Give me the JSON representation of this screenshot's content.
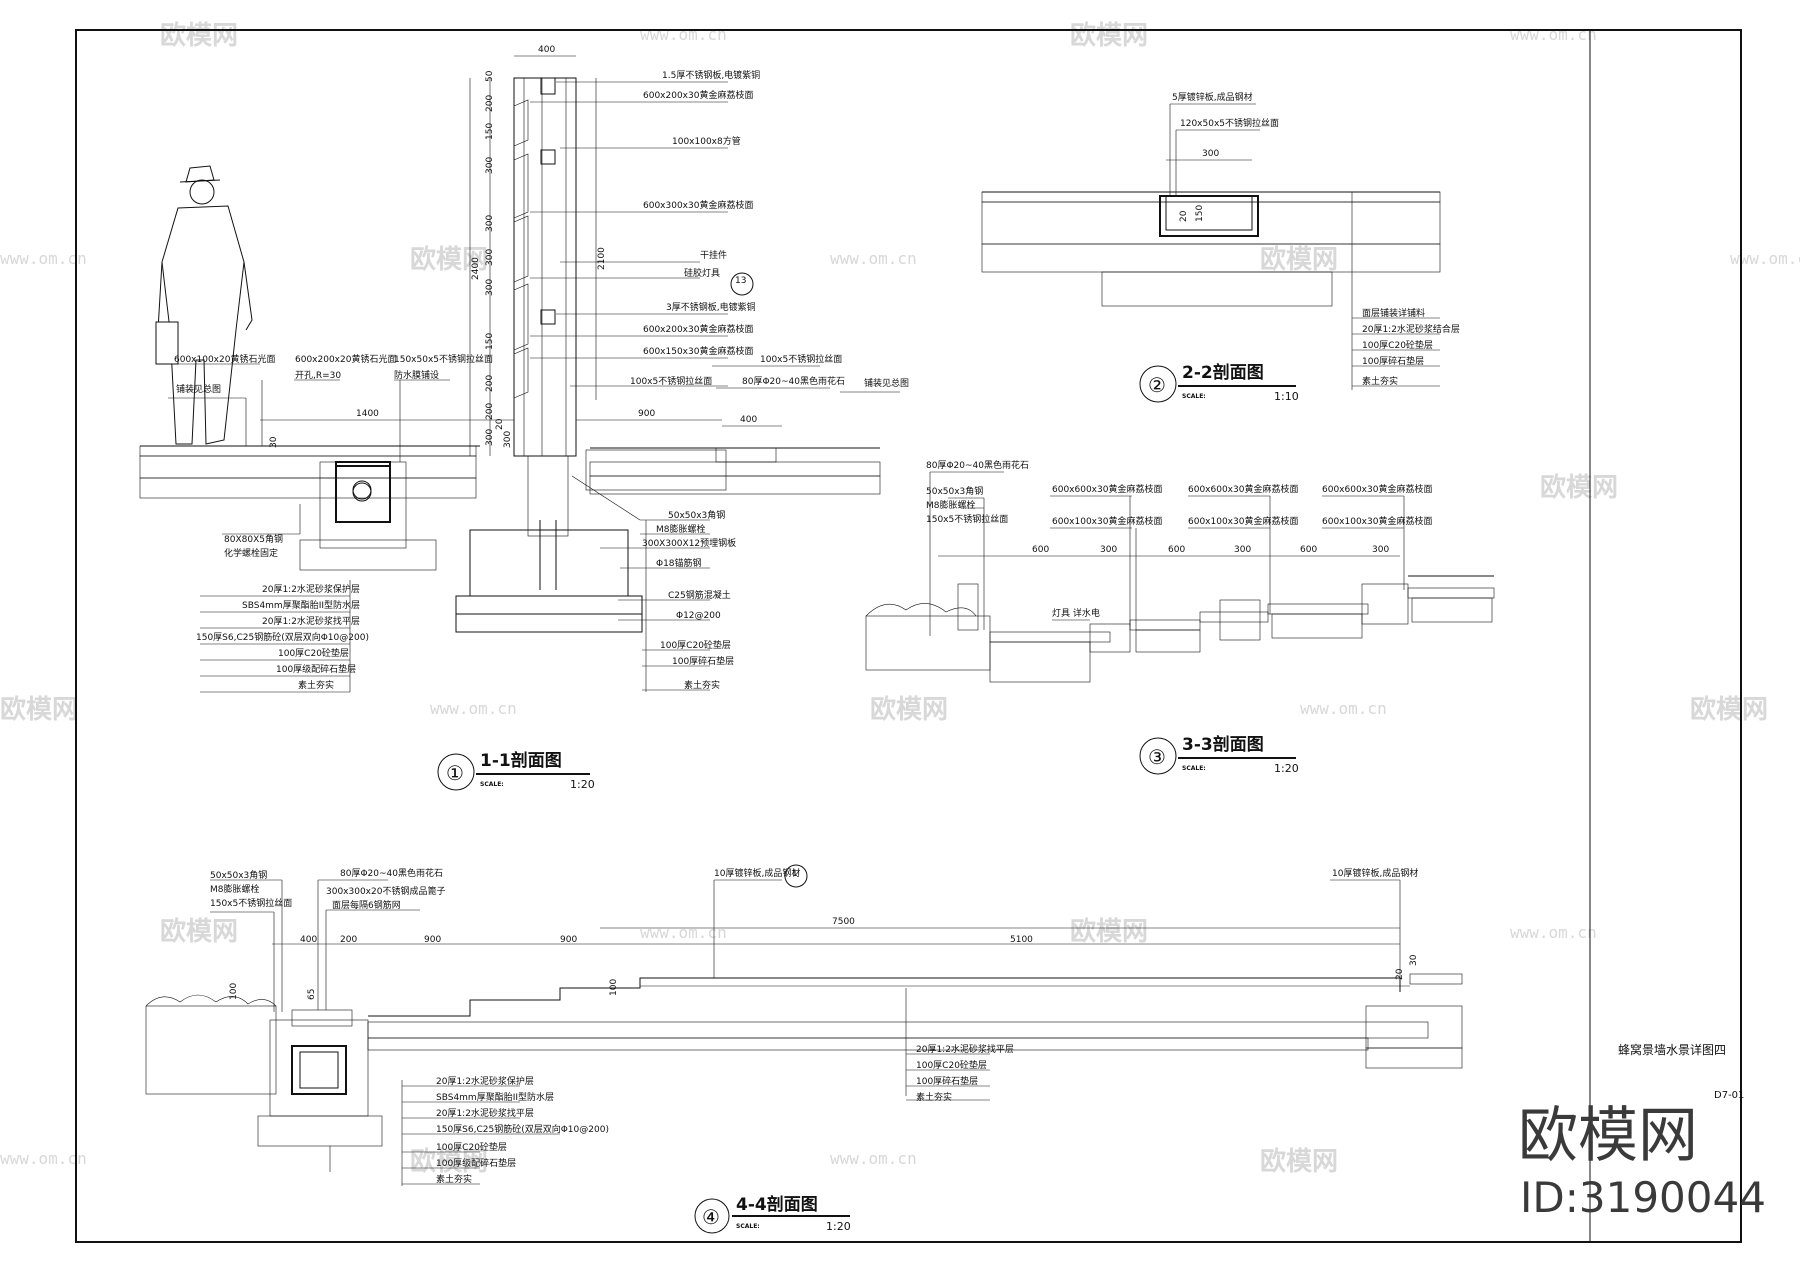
{
  "sheet_title": "蜂窝景墙水景详图四",
  "sheet_number": "D7-01",
  "logo": "欧模网",
  "logo_id": "ID:3190044",
  "watermark": {
    "text": "欧模网",
    "small": "www.om.cn"
  },
  "scale_label": "SCALE:",
  "sections": [
    {
      "num": "①",
      "title": "1-1剖面图",
      "scale": "1:20"
    },
    {
      "num": "②",
      "title": "2-2剖面图",
      "scale": "1:10"
    },
    {
      "num": "③",
      "title": "3-3剖面图",
      "scale": "1:20"
    },
    {
      "num": "④",
      "title": "4-4剖面图",
      "scale": "1:20"
    }
  ],
  "s1": {
    "top_dim": "400",
    "vdims": [
      "50",
      "200",
      "150",
      "300",
      "300",
      "300",
      "300",
      "150",
      "200",
      "200",
      "300"
    ],
    "total_height": "2400",
    "inner_height": "2100",
    "right_labels": [
      "1.5厚不锈钢板,电镀紫铜",
      "600x200x30黄金麻荔枝面",
      "100x100x8方管",
      "600x300x30黄金麻荔枝面",
      "干挂件",
      "硅胶灯具",
      "3厚不锈钢板,电镀紫铜",
      "600x200x30黄金麻荔枝面",
      "600x150x30黄金麻荔枝面",
      "100x5不锈钢拉丝面",
      "100x5不锈钢拉丝面",
      "80厚Φ20~40黑色雨花石",
      "铺装见总图"
    ],
    "detail_mark": "13",
    "left_labels": [
      "600x100x20黄锈石光面",
      "铺装见总图",
      "600x200x20黄锈石光面",
      "开孔,R=30",
      "150x50x5不锈钢拉丝面",
      "防水膜铺设"
    ],
    "h_dims": [
      "1400",
      "900",
      "400",
      "300",
      "20",
      "30"
    ],
    "bottom_labels_center": [
      "50x50x3角钢",
      "M8膨胀螺栓",
      "300X300X12预埋钢板",
      "Φ18锚筋钢",
      "C25钢筋混凝土",
      "Φ12@200",
      "100厚C20砼垫层",
      "100厚碎石垫层",
      "素土夯实"
    ],
    "bottom_labels_left": [
      "80X80X5角钢",
      "化学螺栓固定",
      "20厚1:2水泥砂浆保护层",
      "SBS4mm厚聚酯胎II型防水层",
      "20厚1:2水泥砂浆找平层",
      "150厚S6,C25钢筋砼(双层双向Φ10@200)",
      "100厚C20砼垫层",
      "100厚级配碎石垫层",
      "素土夯实"
    ]
  },
  "s2": {
    "labels_top": [
      "5厚镀锌板,成品钢材",
      "120x50x5不锈钢拉丝面"
    ],
    "dims": [
      "300",
      "20",
      "150"
    ],
    "labels_bottom": [
      "面层铺装详铺料",
      "20厚1:2水泥砂浆结合层",
      "100厚C20砼垫层",
      "100厚碎石垫层",
      "素土夯实"
    ]
  },
  "s3": {
    "labels_left": [
      "80厚Φ20~40黑色雨花石",
      "50x50x3角钢",
      "M8膨胀螺栓",
      "150x5不锈钢拉丝面"
    ],
    "labels_top": [
      "600x600x30黄金麻荔枝面",
      "600x600x30黄金麻荔枝面",
      "600x600x30黄金麻荔枝面",
      "600x100x30黄金麻荔枝面",
      "600x100x30黄金麻荔枝面",
      "600x100x30黄金麻荔枝面"
    ],
    "dims": [
      "600",
      "300",
      "600",
      "300",
      "600",
      "300"
    ],
    "lamp": "灯具 详水电"
  },
  "s4": {
    "labels_left": [
      "50x50x3角钢",
      "M8膨胀螺栓",
      "150x5不锈钢拉丝面"
    ],
    "labels_top": [
      "80厚Φ20~40黑色雨花石",
      "300x300x20不锈钢成品篦子",
      "面层每隔6钢筋网"
    ],
    "label_mid": "10厚镀锌板,成品钢材",
    "label_right": "10厚镀锌板,成品钢材",
    "detail_mark": "1",
    "dims_total": "7500",
    "dims": [
      "400",
      "200",
      "900",
      "900",
      "5100"
    ],
    "vdims": [
      "100",
      "65",
      "100",
      "30",
      "20"
    ],
    "labels_bottom_mid": [
      "20厚1:2水泥砂浆找平层",
      "100厚C20砼垫层",
      "100厚碎石垫层",
      "素土夯实"
    ],
    "labels_bottom_left": [
      "20厚1:2水泥砂浆保护层",
      "SBS4mm厚聚酯胎II型防水层",
      "20厚1:2水泥砂浆找平层",
      "150厚S6,C25钢筋砼(双层双向Φ10@200)",
      "100厚C20砼垫层",
      "100厚级配碎石垫层",
      "素土夯实"
    ]
  }
}
